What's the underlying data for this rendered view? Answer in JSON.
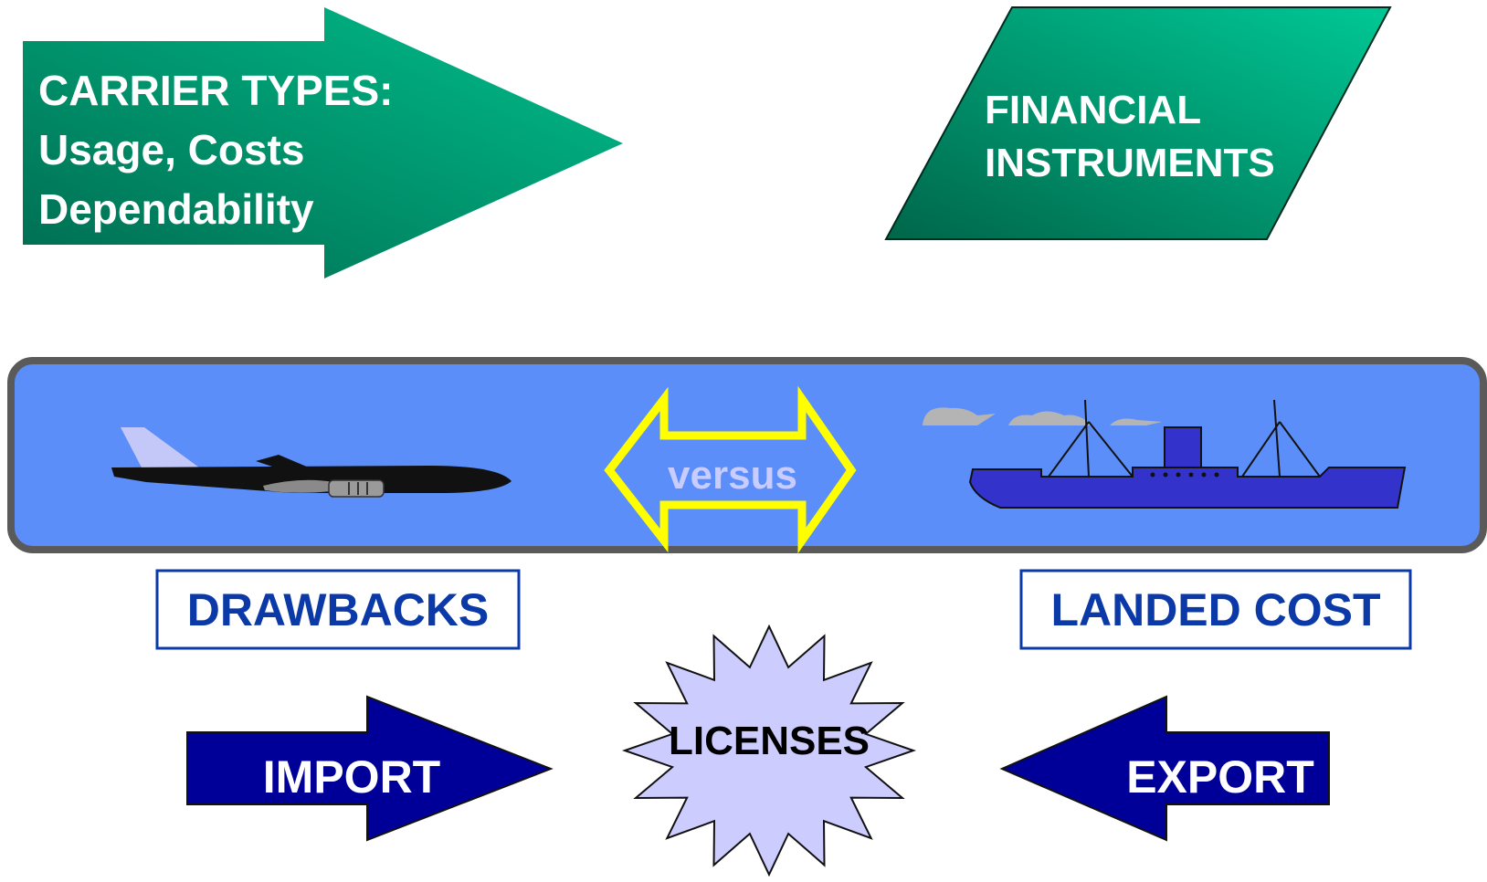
{
  "carrier_types": {
    "lines": [
      "CARRIER TYPES:",
      "Usage, Costs",
      "Dependability"
    ],
    "color_start": "#006b50",
    "color_end": "#00c08c"
  },
  "financial_instruments": {
    "lines": [
      "FINANCIAL",
      "INSTRUMENTS"
    ],
    "color_start": "#00664a",
    "color_end": "#00c896"
  },
  "transport_band": {
    "background": "#5b8ef8",
    "border": "#5a5a5a",
    "versus_label": "versus",
    "versus_arrow_color": "#ffff00",
    "versus_text_color": "#c8ccff",
    "airplane_icon": "airplane",
    "ship_icon": "cargo-ship",
    "ship_color": "#3333cc"
  },
  "drawbacks": {
    "label": "DRAWBACKS",
    "color": "#0b3aa8"
  },
  "landed_cost": {
    "label": "LANDED COST",
    "color": "#0b3aa8"
  },
  "licenses": {
    "label": "LICENSES",
    "fill": "#ccccff"
  },
  "import": {
    "label": "IMPORT",
    "fill": "#000099"
  },
  "export": {
    "label": "EXPORT",
    "fill": "#000099"
  }
}
